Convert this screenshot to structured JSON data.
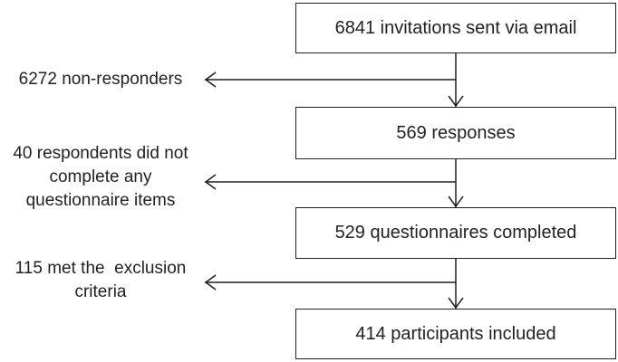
{
  "flow": {
    "boxes": [
      {
        "label": "6841 invitations sent via email"
      },
      {
        "label": "569 responses"
      },
      {
        "label": "529 questionnaires completed"
      },
      {
        "label": "414 participants included"
      }
    ],
    "exclusions": [
      {
        "lines": [
          "6272 non-responders"
        ]
      },
      {
        "lines": [
          "40 respondents did not",
          "complete any",
          "questionnaire items"
        ]
      },
      {
        "lines": [
          "115 met the  exclusion",
          "criteria"
        ]
      }
    ]
  },
  "colors": {
    "line": "#231f20",
    "background": "#ffffff"
  }
}
